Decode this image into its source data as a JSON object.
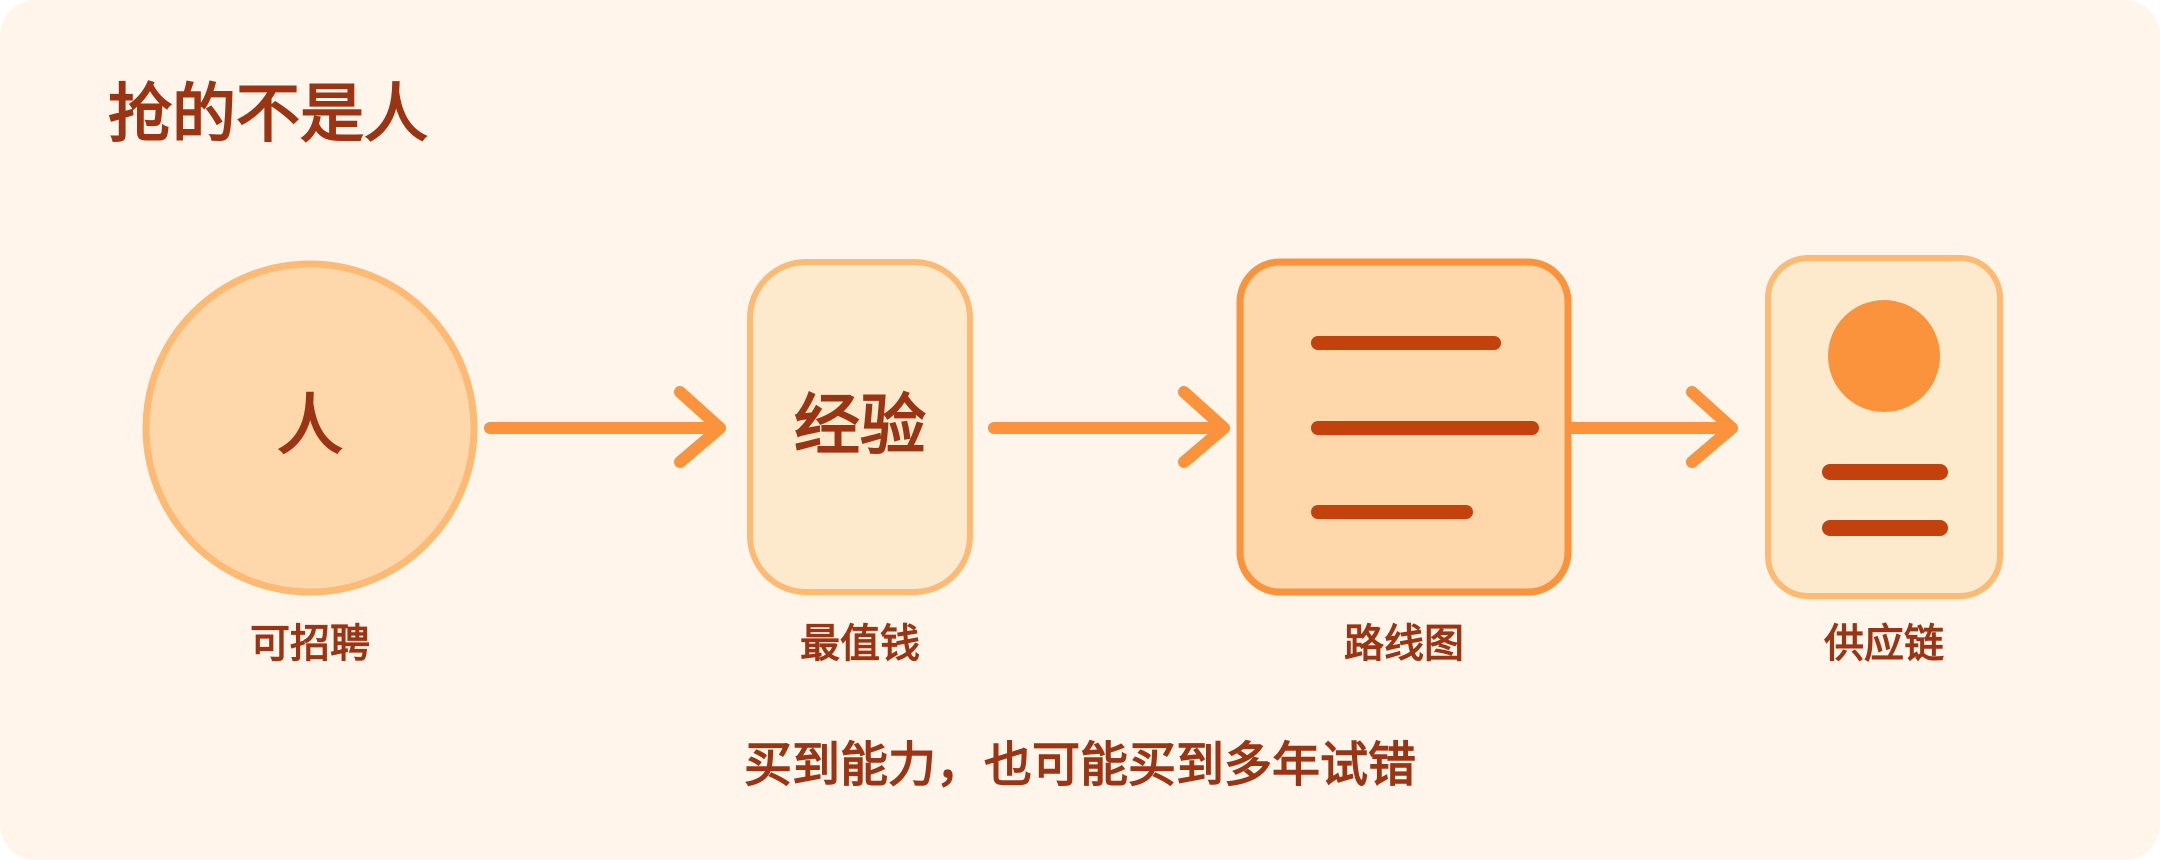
{
  "title": "抢的不是人",
  "nodes": [
    {
      "id": "people",
      "shape": "circle",
      "text": "人",
      "label": "可招聘"
    },
    {
      "id": "experience",
      "shape": "tall-rounded-rect",
      "text": "经验",
      "label": "最值钱"
    },
    {
      "id": "roadmap",
      "shape": "document-lines",
      "text": "",
      "label": "路线图"
    },
    {
      "id": "supply-chain",
      "shape": "contact-card",
      "text": "",
      "label": "供应链"
    }
  ],
  "caption": "买到能力，也可能买到多年试错",
  "colors": {
    "background": "#fff5eb",
    "text": "#9a3412",
    "arrow": "#fb923c",
    "fill_light": "#fde4c0",
    "fill_mid": "#fed7aa",
    "stroke_light": "#fdba74",
    "stroke_mid": "#fb923c",
    "line_dark": "#c2410c",
    "dot": "#fb923c"
  }
}
